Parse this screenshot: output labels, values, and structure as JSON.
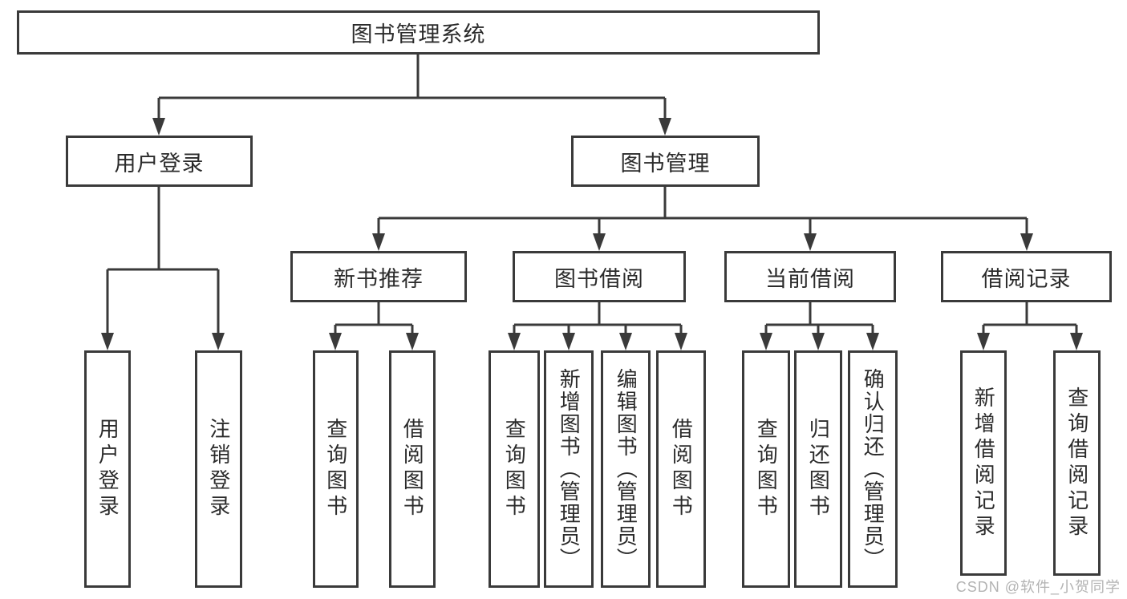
{
  "tree": {
    "label": "图书管理系统",
    "children": [
      {
        "label": "用户登录",
        "children": [
          {
            "label": "用户登录"
          },
          {
            "label": "注销登录"
          }
        ]
      },
      {
        "label": "图书管理",
        "children": [
          {
            "label": "新书推荐",
            "children": [
              {
                "label": "查询图书"
              },
              {
                "label": "借阅图书"
              }
            ]
          },
          {
            "label": "图书借阅",
            "children": [
              {
                "label": "查询图书"
              },
              {
                "label": "新增图书（管理员）"
              },
              {
                "label": "编辑图书（管理员）"
              },
              {
                "label": "借阅图书"
              }
            ]
          },
          {
            "label": "当前借阅",
            "children": [
              {
                "label": "查询图书"
              },
              {
                "label": "归还图书"
              },
              {
                "label": "确认归还（管理员）"
              }
            ]
          },
          {
            "label": "借阅记录",
            "children": [
              {
                "label": "新增借阅记录"
              },
              {
                "label": "查询借阅记录"
              }
            ]
          }
        ]
      }
    ]
  },
  "watermark": {
    "text": "CSDN @软件_小贺同学"
  },
  "colors": {
    "line": "#3a3a3a",
    "text": "#2b2b2b",
    "box_background": "#ffffff",
    "page_background": "#ffffff",
    "watermark": "#b3b3b3"
  }
}
